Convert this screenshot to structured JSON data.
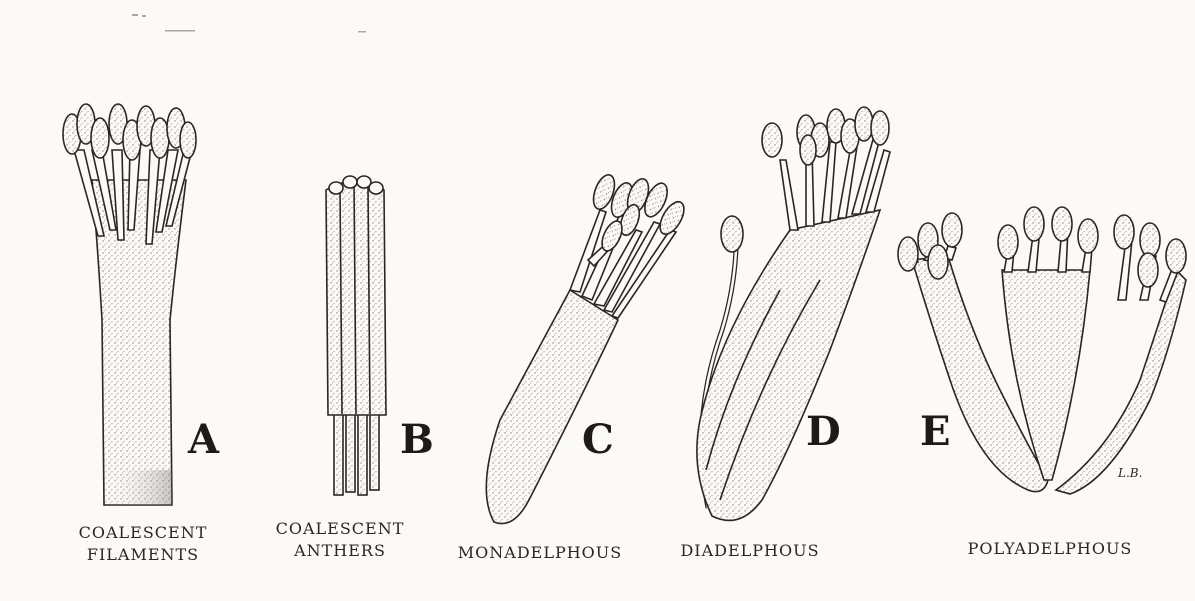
{
  "diagram": {
    "panels": [
      {
        "letter": "A",
        "caption_line1": "COALESCENT",
        "caption_line2": "FILAMENTS"
      },
      {
        "letter": "B",
        "caption_line1": "COALESCENT",
        "caption_line2": "ANTHERS"
      },
      {
        "letter": "C",
        "caption_line1": "MONADELPHOUS"
      },
      {
        "letter": "D",
        "caption_line1": "DIADELPHOUS"
      },
      {
        "letter": "E",
        "caption_line1": "POLYADELPHOUS"
      }
    ],
    "signature": "L.B."
  },
  "colors": {
    "ink": "#2a2624",
    "paper": "#fbfaf6",
    "stipple": "#8a8480"
  }
}
